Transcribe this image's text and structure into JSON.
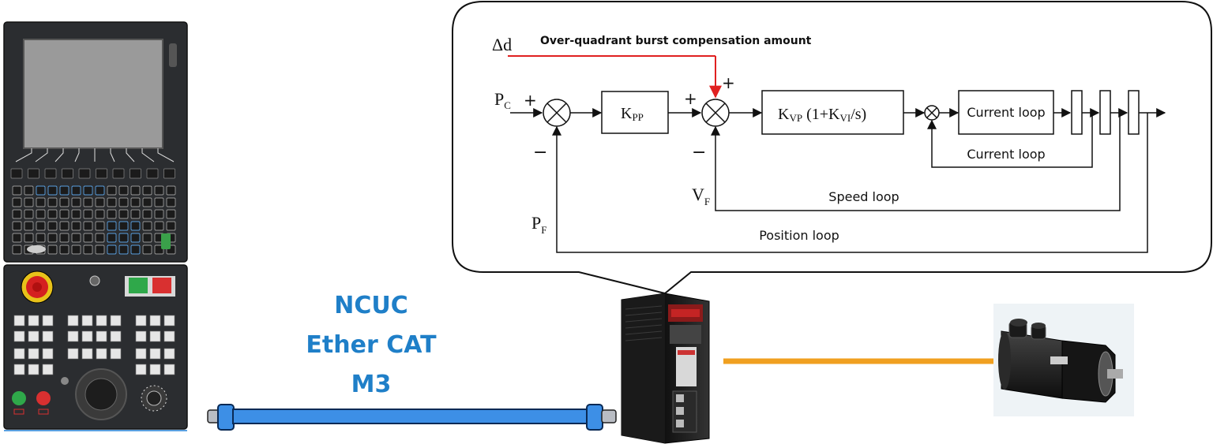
{
  "protocols": {
    "line1": "NCUC",
    "line2": "Ether CAT",
    "line3": "M3"
  },
  "block_diagram": {
    "delta_symbol": "Δd",
    "compensation_label": "Over-quadrant burst compensation amount",
    "pc_main": "P",
    "pc_sub": "C",
    "pf_main": "P",
    "pf_sub": "F",
    "vf_main": "V",
    "vf_sub": "F",
    "plus": "+",
    "minus": "−",
    "kpp_main": "K",
    "kpp_sub": "PP",
    "kvp_expr_a": "K",
    "kvp_sub": "VP",
    "kvp_expr_b": " (1+K",
    "kvi_sub": "VI",
    "kvp_expr_c": "/s)",
    "current_loop_block": "Current loop",
    "current_loop_label": "Current loop",
    "speed_loop_label": "Speed loop",
    "position_loop_label": "Position loop"
  },
  "colors": {
    "protocol_text": "#1f7fc8",
    "cable": "#3d8fe6",
    "power_cable": "#f0a020",
    "compensation_line": "#e02020"
  }
}
